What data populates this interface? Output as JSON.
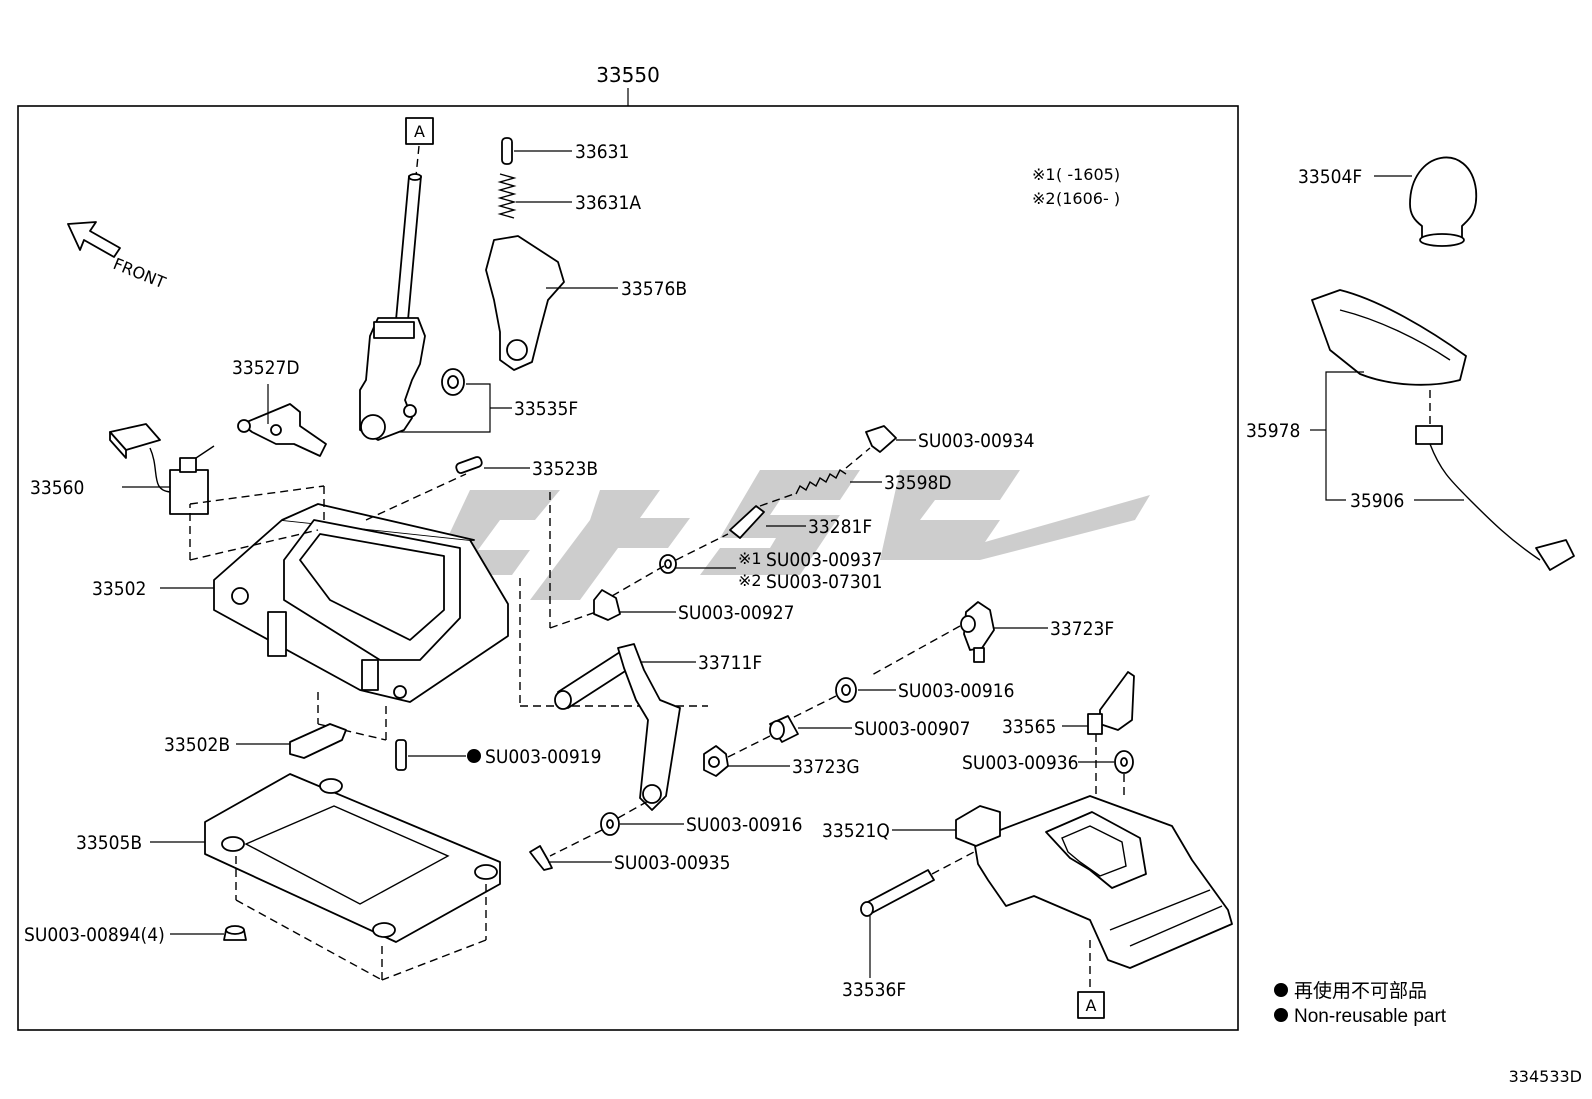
{
  "assembly": {
    "number": "33550"
  },
  "front_label": "FRONT",
  "ref_marker": "A",
  "notes": {
    "note1_mark": "※1",
    "note1_range": "(      -1605)",
    "note2_mark": "※2",
    "note2_range": "(1606-      )"
  },
  "parts": {
    "p33631": "33631",
    "p33631A": "33631A",
    "p33576B": "33576B",
    "p33535F": "33535F",
    "p33527D": "33527D",
    "p33560": "33560",
    "p33523B": "33523B",
    "p33502": "33502",
    "p33502B": "33502B",
    "p33505B": "33505B",
    "pSU00894": "SU003-00894(4)",
    "pSU00919": "SU003-00919",
    "pSU00934": "SU003-00934",
    "p33598D": "33598D",
    "p33281F": "33281F",
    "pSU00937": "SU003-00937",
    "pSU07301": "SU003-07301",
    "pSU00927": "SU003-00927",
    "p33723F": "33723F",
    "p33711F": "33711F",
    "pSU00916a": "SU003-00916",
    "pSU00907": "SU003-00907",
    "p33723G": "33723G",
    "pSU00916b": "SU003-00916",
    "pSU00935": "SU003-00935",
    "p33565": "33565",
    "pSU00936": "SU003-00936",
    "p33521Q": "33521Q",
    "p33536F": "33536F",
    "p33504F": "33504F",
    "p35978": "35978",
    "p35906": "35906"
  },
  "legend": {
    "line1": "再使用不可部品",
    "line2": "Non-reusable part"
  },
  "diagram_id": "334533D",
  "watermark_colour": "#c4c4c4"
}
